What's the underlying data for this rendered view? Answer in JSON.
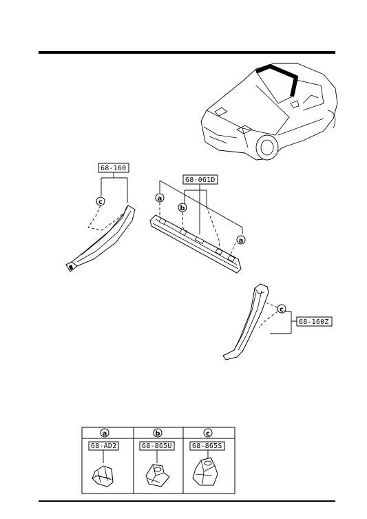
{
  "parts": {
    "cowl_header": "68-061D",
    "pillar_left": "68-160",
    "pillar_right": "68-160Z"
  },
  "callouts": {
    "a": "a",
    "b": "b",
    "c": "c"
  },
  "fastener_table": {
    "columns": [
      {
        "key": "a",
        "part_number": "68-AD2"
      },
      {
        "key": "b",
        "part_number": "68-865U"
      },
      {
        "key": "c",
        "part_number": "68-865S"
      }
    ]
  },
  "icons": [
    "car-overview-icon",
    "clip-a-icon",
    "clip-b-icon",
    "clip-c-icon"
  ]
}
